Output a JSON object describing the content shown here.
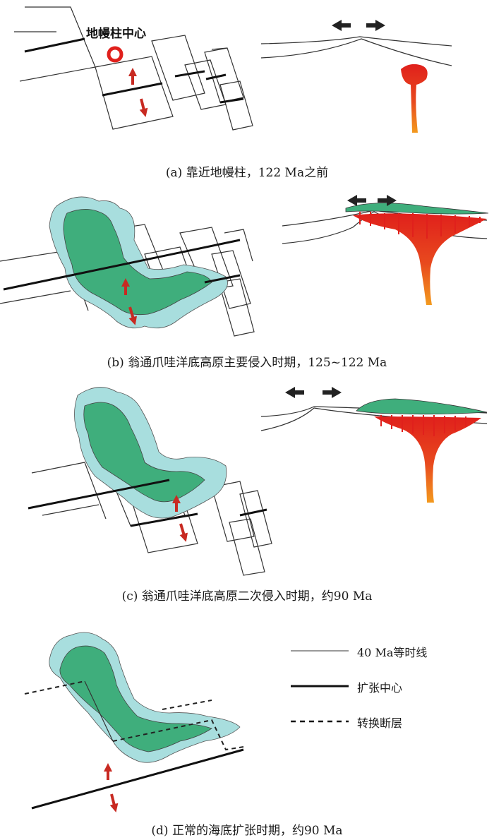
{
  "panels": [
    {
      "id": "a",
      "caption": "(a)  靠近地幔柱，122 Ma之前"
    },
    {
      "id": "b",
      "caption": "(b)  翁通爪哇洋底高原主要侵入时期，125~122 Ma"
    },
    {
      "id": "c",
      "caption": "(c)  翁通爪哇洋底高原二次侵入时期，约90 Ma"
    },
    {
      "id": "d",
      "caption": "(d)  正常的海底扩张时期，约90 Ma"
    }
  ],
  "plume_label": "地幔柱中心",
  "legend": [
    {
      "id": "isochron",
      "label": "40 Ma等时线",
      "line_style": "thin gray"
    },
    {
      "id": "spreading",
      "label": "扩张中心",
      "line_style": "thick black"
    },
    {
      "id": "transform",
      "label": "转换断层",
      "line_style": "dashed black"
    }
  ],
  "colors": {
    "plateau_core": "#3fae7c",
    "plateau_rim": "#a8dede",
    "plume_top": "#e0201c",
    "plume_bottom": "#f39a1e",
    "spreading_arrow": "#c82a22",
    "ridge_arrow": "#222222",
    "isochron": "#9a9a9a"
  }
}
